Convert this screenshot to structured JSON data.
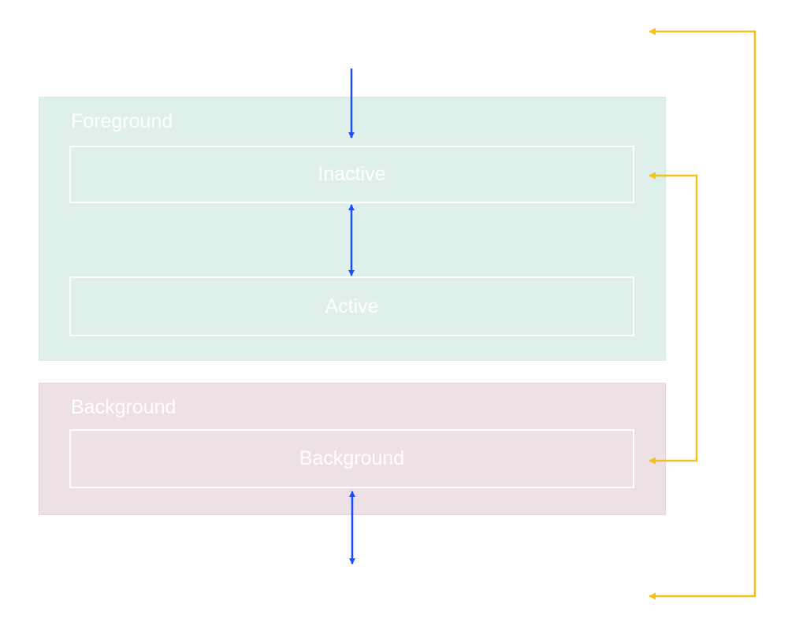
{
  "groups": {
    "foreground": {
      "title": "Foreground",
      "color": "#dff0ec"
    },
    "background": {
      "title": "Background",
      "color": "#ede0e7"
    }
  },
  "states": {
    "inactive": {
      "label": "Inactive"
    },
    "active": {
      "label": "Active"
    },
    "background": {
      "label": "Background"
    }
  },
  "colors": {
    "state_arrow": "#1d4ef5",
    "return_arrow": "#f3c019",
    "label_text": "#ffffff"
  }
}
